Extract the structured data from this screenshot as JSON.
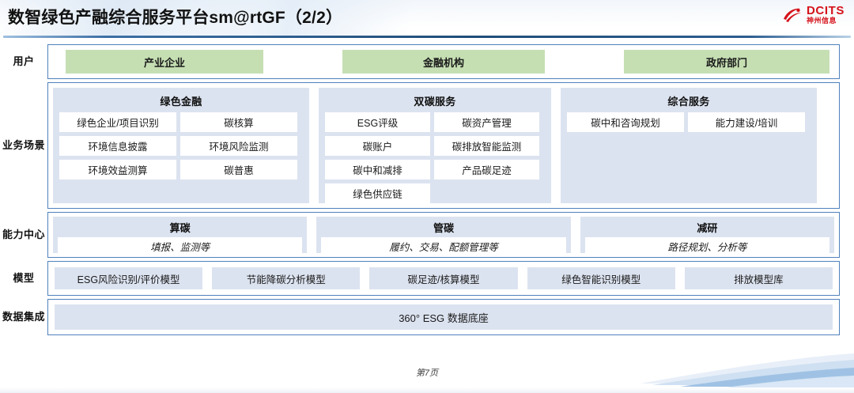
{
  "header": {
    "title": "数智绿色产融综合服务平台sm@rtGF（2/2）",
    "logo_name": "DCITS",
    "logo_sub": "神州信息",
    "logo_color": "#d6121a",
    "rule_color": "#1f4e79"
  },
  "theme": {
    "border_blue": "#4f81bd",
    "panel_blue": "#dce3f0",
    "user_green": "#c5dfb3",
    "cell_white": "#ffffff"
  },
  "rows": {
    "users": {
      "label": "用户",
      "chips": [
        "产业企业",
        "金融机构",
        "政府部门"
      ]
    },
    "scenarios": {
      "label": "业务场景",
      "groups": [
        {
          "title": "绿色金融",
          "cells": [
            "绿色企业/项目识别",
            "碳核算",
            "环境信息披露",
            "环境风险监测",
            "环境效益测算",
            "碳普惠"
          ]
        },
        {
          "title": "双碳服务",
          "cells": [
            "ESG评级",
            "碳资产管理",
            "碳账户",
            "碳排放智能监测",
            "碳中和减排",
            "产品碳足迹",
            "绿色供应链"
          ]
        },
        {
          "title": "综合服务",
          "cells": [
            "碳中和咨询规划",
            "能力建设/培训"
          ]
        }
      ]
    },
    "capability": {
      "label": "能力中心",
      "groups": [
        {
          "title": "算碳",
          "desc": "填报、监测等"
        },
        {
          "title": "管碳",
          "desc": "履约、交易、配额管理等"
        },
        {
          "title": "减研",
          "desc": "路径规划、分析等"
        }
      ]
    },
    "models": {
      "label": "模型",
      "chips": [
        "ESG风险识别/评价模型",
        "节能降碳分析模型",
        "碳足迹/核算模型",
        "绿色智能识别模型",
        "排放模型库"
      ]
    },
    "data": {
      "label": "数据集成",
      "chip": "360° ESG 数据底座"
    }
  },
  "footer": {
    "page_label": "第7页"
  }
}
